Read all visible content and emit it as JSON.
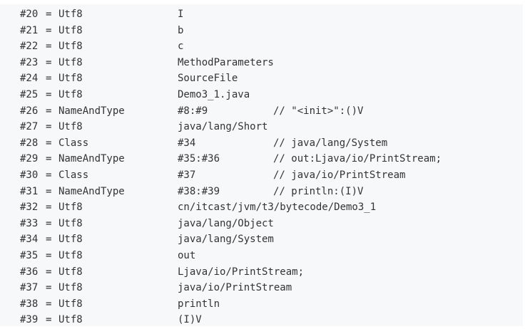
{
  "constant_pool": [
    {
      "index": "#20",
      "eq": "=",
      "type": "Utf8",
      "value": "I",
      "comment": ""
    },
    {
      "index": "#21",
      "eq": "=",
      "type": "Utf8",
      "value": "b",
      "comment": ""
    },
    {
      "index": "#22",
      "eq": "=",
      "type": "Utf8",
      "value": "c",
      "comment": ""
    },
    {
      "index": "#23",
      "eq": "=",
      "type": "Utf8",
      "value": "MethodParameters",
      "comment": ""
    },
    {
      "index": "#24",
      "eq": "=",
      "type": "Utf8",
      "value": "SourceFile",
      "comment": ""
    },
    {
      "index": "#25",
      "eq": "=",
      "type": "Utf8",
      "value": "Demo3_1.java",
      "comment": ""
    },
    {
      "index": "#26",
      "eq": "=",
      "type": "NameAndType",
      "value": "#8:#9",
      "comment": "// \"<init>\":()V"
    },
    {
      "index": "#27",
      "eq": "=",
      "type": "Utf8",
      "value": "java/lang/Short",
      "comment": ""
    },
    {
      "index": "#28",
      "eq": "=",
      "type": "Class",
      "value": "#34",
      "comment": "// java/lang/System"
    },
    {
      "index": "#29",
      "eq": "=",
      "type": "NameAndType",
      "value": "#35:#36",
      "comment": "// out:Ljava/io/PrintStream;"
    },
    {
      "index": "#30",
      "eq": "=",
      "type": "Class",
      "value": "#37",
      "comment": "// java/io/PrintStream"
    },
    {
      "index": "#31",
      "eq": "=",
      "type": "NameAndType",
      "value": "#38:#39",
      "comment": "// println:(I)V"
    },
    {
      "index": "#32",
      "eq": "=",
      "type": "Utf8",
      "value": "cn/itcast/jvm/t3/bytecode/Demo3_1",
      "comment": ""
    },
    {
      "index": "#33",
      "eq": "=",
      "type": "Utf8",
      "value": "java/lang/Object",
      "comment": ""
    },
    {
      "index": "#34",
      "eq": "=",
      "type": "Utf8",
      "value": "java/lang/System",
      "comment": ""
    },
    {
      "index": "#35",
      "eq": "=",
      "type": "Utf8",
      "value": "out",
      "comment": ""
    },
    {
      "index": "#36",
      "eq": "=",
      "type": "Utf8",
      "value": "Ljava/io/PrintStream;",
      "comment": ""
    },
    {
      "index": "#37",
      "eq": "=",
      "type": "Utf8",
      "value": "java/io/PrintStream",
      "comment": ""
    },
    {
      "index": "#38",
      "eq": "=",
      "type": "Utf8",
      "value": "println",
      "comment": ""
    },
    {
      "index": "#39",
      "eq": "=",
      "type": "Utf8",
      "value": "(I)V",
      "comment": ""
    }
  ]
}
